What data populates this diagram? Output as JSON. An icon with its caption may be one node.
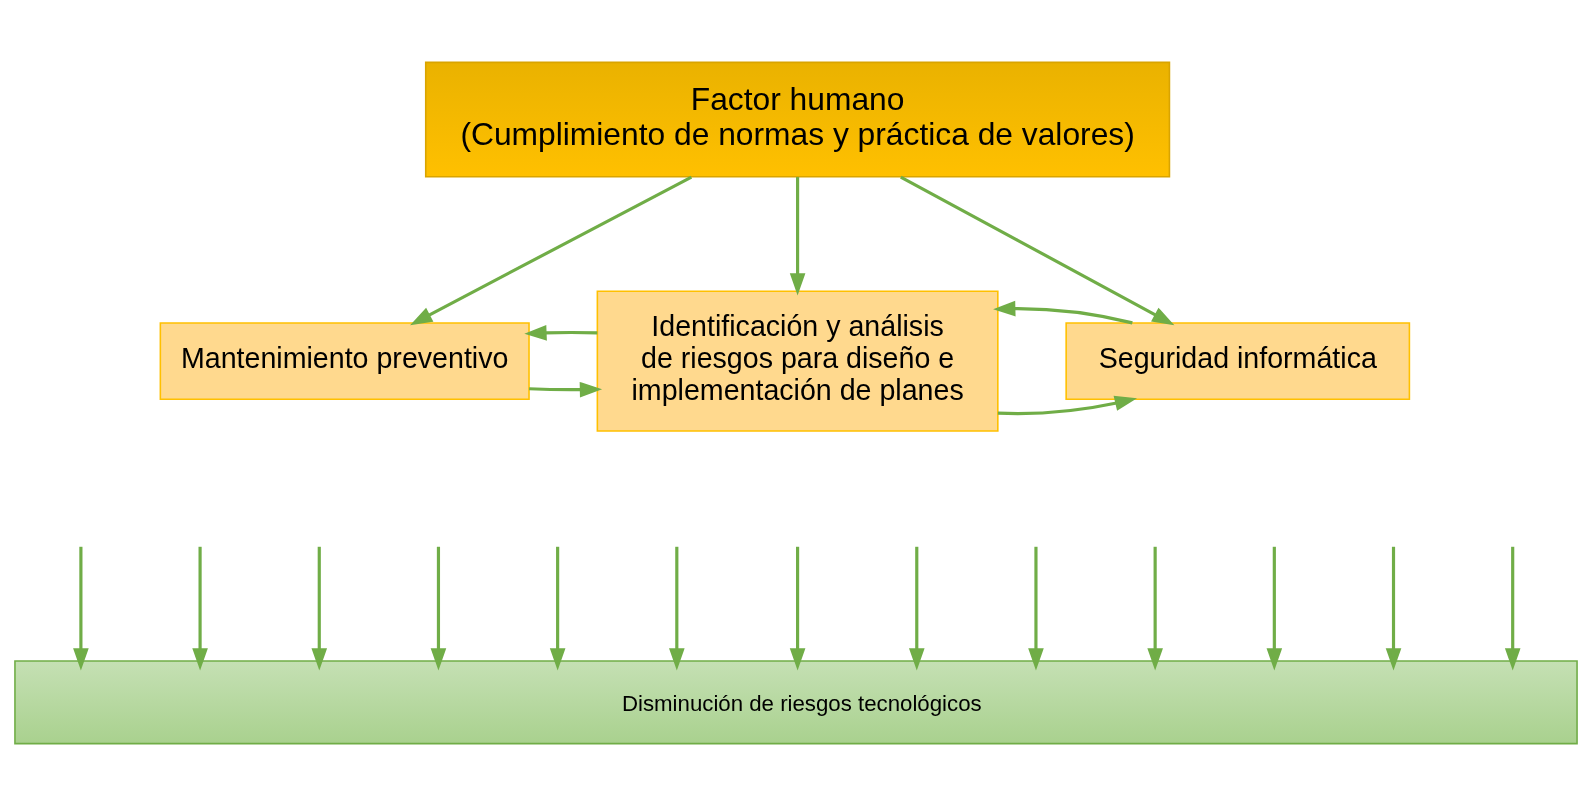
{
  "diagram": {
    "nodes": [
      {
        "text": [
          "Factor humano",
          "(Cumplimiento de normas y práctica de valores)"
        ]
      },
      {
        "text": [
          "Mantenimiento preventivo"
        ]
      },
      {
        "text": [
          "Identificación y análisis de riesgos para diseño e implementación de planes"
        ]
      },
      {
        "text": [
          "Seguridad informática"
        ]
      },
      {
        "text": [
          "Disminución de riesgos tecnológicos"
        ]
      }
    ],
    "edges": [
      {
        "from": 0,
        "to": 1,
        "arrow": "to"
      },
      {
        "from": 0,
        "to": 2,
        "arrow": "to"
      },
      {
        "from": 0,
        "to": 3,
        "arrow": "to"
      },
      {
        "from": 1,
        "to": 2,
        "arrow": "to"
      },
      {
        "from": 2,
        "to": 1,
        "arrow": "to"
      },
      {
        "from": 2,
        "to": 3,
        "arrow": "to"
      },
      {
        "from": 3,
        "to": 2,
        "arrow": "to"
      },
      {
        "from": null,
        "to": 4,
        "arrow": "to"
      },
      {
        "from": null,
        "to": 4,
        "arrow": "to"
      },
      {
        "from": null,
        "to": 4,
        "arrow": "to"
      },
      {
        "from": null,
        "to": 4,
        "arrow": "to"
      },
      {
        "from": null,
        "to": 4,
        "arrow": "to"
      },
      {
        "from": null,
        "to": 4,
        "arrow": "to"
      },
      {
        "from": null,
        "to": 4,
        "arrow": "to"
      },
      {
        "from": null,
        "to": 4,
        "arrow": "to"
      },
      {
        "from": null,
        "to": 4,
        "arrow": "to"
      },
      {
        "from": null,
        "to": 4,
        "arrow": "to"
      },
      {
        "from": null,
        "to": 4,
        "arrow": "to"
      },
      {
        "from": null,
        "to": 4,
        "arrow": "to"
      },
      {
        "from": null,
        "to": 4,
        "arrow": "to"
      }
    ]
  }
}
